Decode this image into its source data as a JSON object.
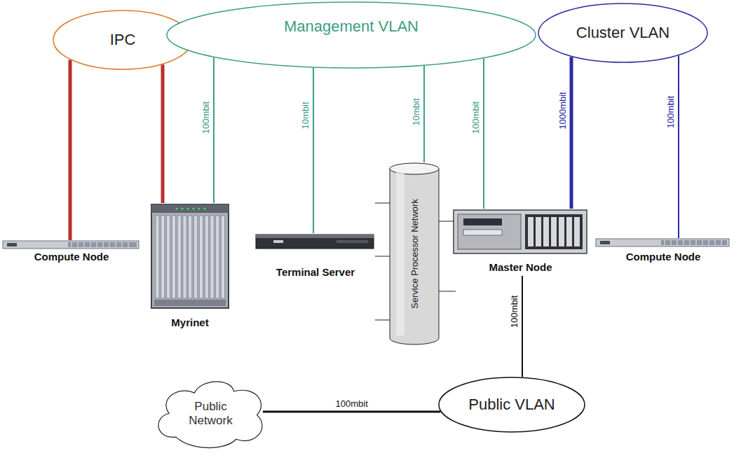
{
  "diagram": {
    "nodes": [
      {
        "text": [
          "IPC"
        ]
      },
      {
        "text": [
          "Management VLAN"
        ]
      },
      {
        "text": [
          "Cluster VLAN"
        ]
      },
      {
        "text": [
          "Compute Node"
        ]
      },
      {
        "text": [
          "Myrinet"
        ]
      },
      {
        "text": [
          "Terminal Server"
        ]
      },
      {
        "text": [
          "Service Processor Network"
        ]
      },
      {
        "text": [
          "Master Node"
        ]
      },
      {
        "text": [
          "Compute Node"
        ]
      },
      {
        "text": [
          "Public Network"
        ]
      },
      {
        "text": [
          "Public VLAN"
        ]
      }
    ],
    "edges": [
      {
        "from": 0,
        "to": 3,
        "arrow": "none"
      },
      {
        "from": 0,
        "to": 4,
        "arrow": "none"
      },
      {
        "from": 1,
        "to": 4,
        "label": "100mbit",
        "arrow": "none"
      },
      {
        "from": 1,
        "to": 5,
        "label": "10mbit",
        "arrow": "none"
      },
      {
        "from": 1,
        "to": 6,
        "label": "10mbit",
        "arrow": "none"
      },
      {
        "from": 1,
        "to": 7,
        "label": "100mbit",
        "arrow": "none"
      },
      {
        "from": 2,
        "to": 7,
        "label": "1000mbit",
        "arrow": "none"
      },
      {
        "from": 2,
        "to": 8,
        "label": "100mbit",
        "arrow": "none"
      },
      {
        "from": 7,
        "to": 10,
        "label": "100mbit",
        "arrow": "none"
      },
      {
        "from": 9,
        "to": 10,
        "label": "100mbit",
        "arrow": "none"
      }
    ]
  }
}
